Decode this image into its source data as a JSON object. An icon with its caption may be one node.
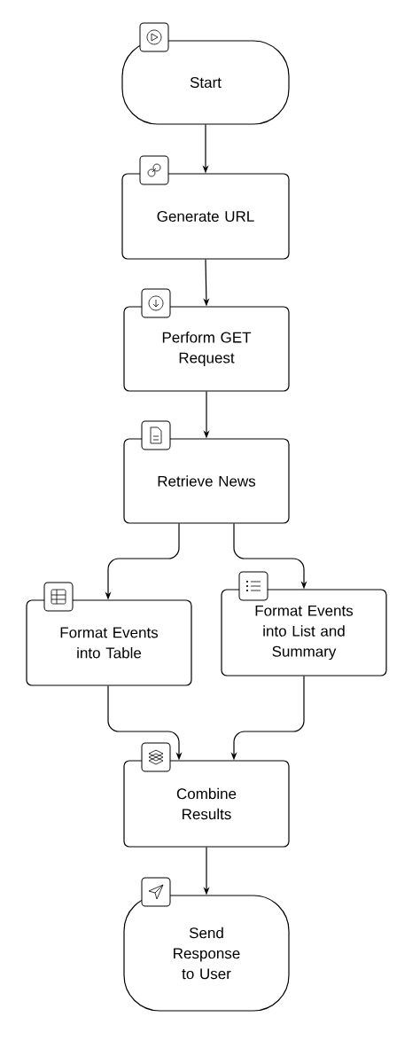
{
  "diagram": {
    "nodes": [
      {
        "text": [
          "Start"
        ]
      },
      {
        "text": [
          "Generate URL"
        ]
      },
      {
        "text": [
          "Perform GET Request"
        ]
      },
      {
        "text": [
          "Retrieve News"
        ]
      },
      {
        "text": [
          "Format Events into Table"
        ]
      },
      {
        "text": [
          "Format Events into List and Summary"
        ]
      },
      {
        "text": [
          "Combine Results"
        ]
      },
      {
        "text": [
          "Send Response to User"
        ]
      }
    ],
    "edges": [
      {
        "from": 0,
        "to": 1,
        "arrow": "to"
      },
      {
        "from": 1,
        "to": 2,
        "arrow": "to"
      },
      {
        "from": 2,
        "to": 3,
        "arrow": "to"
      },
      {
        "from": 3,
        "to": 4,
        "arrow": "to"
      },
      {
        "from": 3,
        "to": 5,
        "arrow": "to"
      },
      {
        "from": 4,
        "to": 6,
        "arrow": "to"
      },
      {
        "from": 5,
        "to": 6,
        "arrow": "to"
      },
      {
        "from": 6,
        "to": 7,
        "arrow": "to"
      }
    ]
  }
}
